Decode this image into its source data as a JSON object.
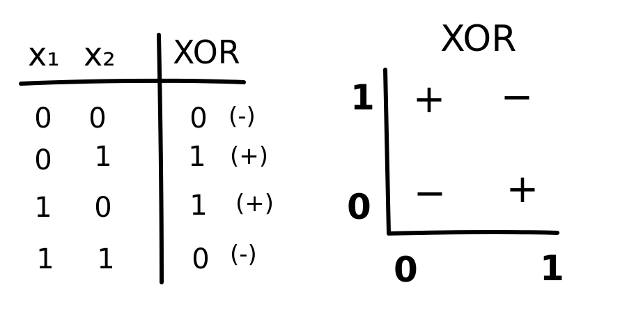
{
  "truth_table": {
    "headers": {
      "x1": "x₁",
      "x2": "x₂",
      "out": "XOR"
    },
    "rows": [
      {
        "x1": "0",
        "x2": "0",
        "out": "0",
        "sign": "(-)"
      },
      {
        "x1": "0",
        "x2": "1",
        "out": "1",
        "sign": "(+)"
      },
      {
        "x1": "1",
        "x2": "0",
        "out": "1",
        "sign": "(+)"
      },
      {
        "x1": "1",
        "x2": "1",
        "out": "0",
        "sign": "(-)"
      }
    ]
  },
  "plot": {
    "title": "XOR",
    "y_ticks": [
      "1",
      "0"
    ],
    "x_ticks": [
      "0",
      "1"
    ],
    "marks": {
      "top_left": "+",
      "top_right": "−",
      "bottom_left": "−",
      "bottom_right": "+"
    }
  },
  "colors": {
    "ink": "#000000",
    "accent": "#e8611a"
  }
}
